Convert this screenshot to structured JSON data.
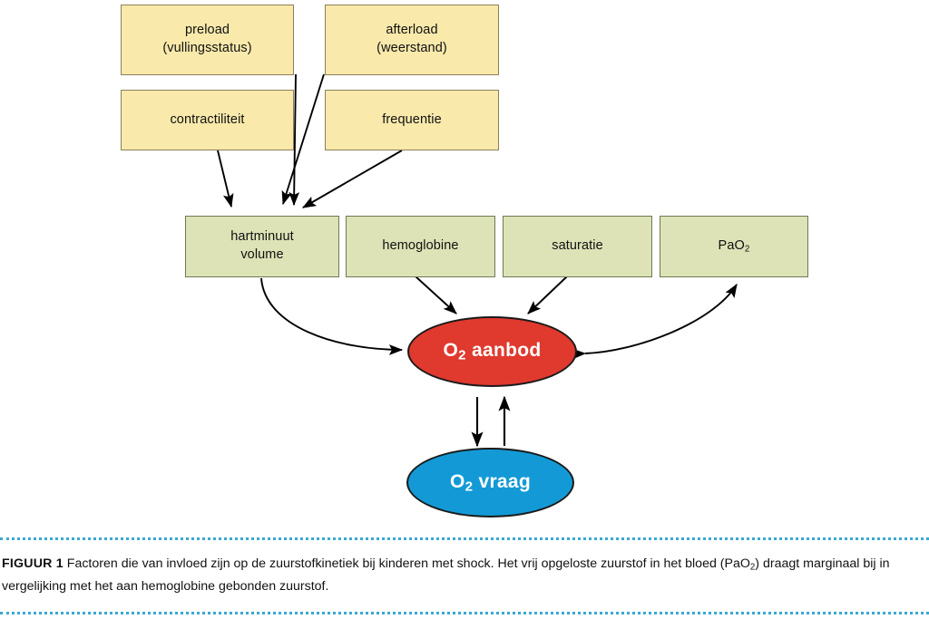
{
  "figure": {
    "title_label": "FIGUUR 1",
    "caption_part1": "Factoren die van invloed zijn op de zuurstofkinetiek bij kinderen met shock. Het vrij opgeloste zuurstof in het bloed (PaO",
    "caption_sub": "2",
    "caption_part2": ") draagt marginaal bij in vergelijking met het aan hemoglobine gebonden zuurstof.",
    "colors": {
      "determinant_fill": "#f9e9ab",
      "determinant_border": "#8c8058",
      "component_fill": "#dde3b6",
      "component_border": "#6f7a55",
      "supply_fill": "#e0392e",
      "demand_fill": "#139ad6",
      "rule_color": "#3aa8d4",
      "arrow_color": "#000000",
      "background": "#ffffff"
    }
  },
  "nodes": {
    "determinants": [
      {
        "id": "preload",
        "line1": "preload",
        "line2": "(vullingsstatus)"
      },
      {
        "id": "afterload",
        "line1": "afterload",
        "line2": "(weerstand)"
      },
      {
        "id": "contractiliteit",
        "line1": "contractiliteit",
        "line2": ""
      },
      {
        "id": "frequentie",
        "line1": "frequentie",
        "line2": ""
      }
    ],
    "components": [
      {
        "id": "hartminuutvolume",
        "line1": "hartminuut",
        "line2": "volume"
      },
      {
        "id": "hemoglobine",
        "line1": "hemoglobine",
        "line2": ""
      },
      {
        "id": "saturatie",
        "line1": "saturatie",
        "line2": ""
      },
      {
        "id": "pao2",
        "line1": "PaO",
        "line2": "2"
      }
    ],
    "ellipses": [
      {
        "id": "o2-aanbod",
        "prefix": "O",
        "sub": "2",
        "suffix": " aanbod"
      },
      {
        "id": "o2-vraag",
        "prefix": "O",
        "sub": "2",
        "suffix": " vraag"
      }
    ]
  }
}
